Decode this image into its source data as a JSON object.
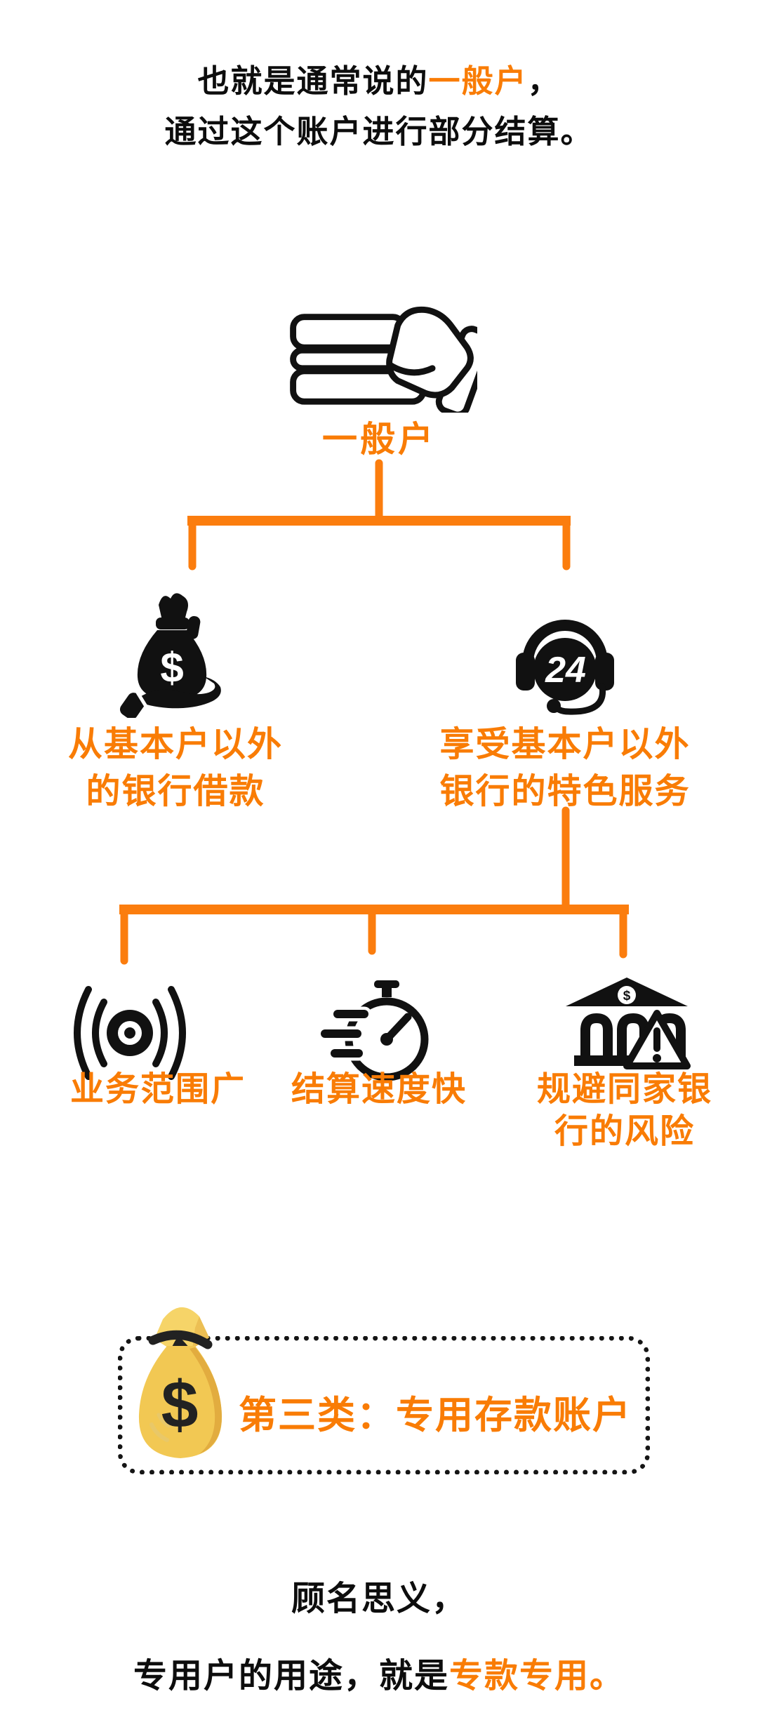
{
  "colors": {
    "accent": "#F97C05",
    "connector": "#FB7D0E",
    "ink": "#0d0d0d",
    "bag_gold": "#F2C853",
    "bag_gold_shade": "#E2AC3F"
  },
  "intro": {
    "line1_pre": "也就是通常说的",
    "line1_accent": "一般户",
    "line1_post": "，",
    "line2": "通过这个账户进行部分结算。"
  },
  "node": {
    "icon": "card-in-hand-icon",
    "label": "一般户"
  },
  "level1": [
    {
      "icon": "moneybag-in-hand-icon",
      "lines": [
        "从基本户以外",
        "的银行借款"
      ]
    },
    {
      "icon": "service-24h-headset-icon",
      "lines": [
        "享受基本户以外",
        "银行的特色服务"
      ]
    }
  ],
  "level2": [
    {
      "icon": "broadcast-signal-icon",
      "lines": [
        "业务范围广"
      ]
    },
    {
      "icon": "stopwatch-speed-icon",
      "lines": [
        "结算速度快"
      ]
    },
    {
      "icon": "bank-warning-icon",
      "lines": [
        "规避同家银",
        "行的风险"
      ]
    }
  ],
  "category_box": {
    "icon": "gold-moneybag-icon",
    "title": "第三类：专用存款账户"
  },
  "outro": {
    "line1": "顾名思义，",
    "line2_pre": "专用户的用途，就是",
    "line2_accent": "专款专用。"
  }
}
